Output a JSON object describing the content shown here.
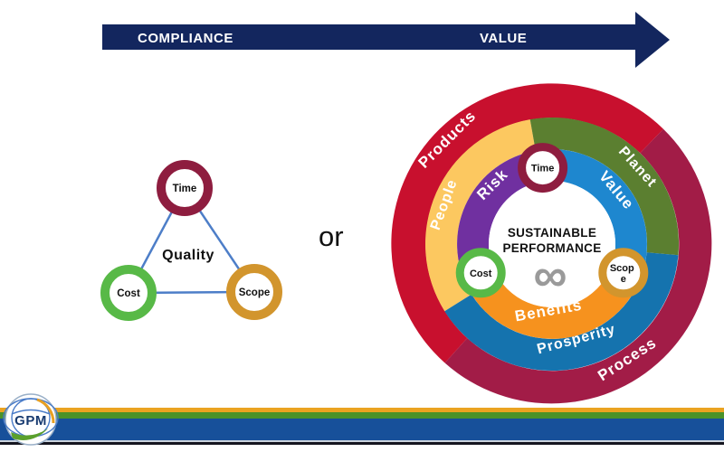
{
  "arrow": {
    "left_label": "COMPLIANCE",
    "right_label": "VALUE",
    "color": "#13265e"
  },
  "or_label": "or",
  "triangle": {
    "center_label": "Quality",
    "line_color": "#4d7ec8",
    "nodes": [
      {
        "label": "Time",
        "color": "#8e1d3f"
      },
      {
        "label": "Cost",
        "color": "#58b947"
      },
      {
        "label": "Scope",
        "color": "#d2952d"
      }
    ]
  },
  "wheel": {
    "center": {
      "line1": "SUSTAINABLE",
      "line2": "PERFORMANCE",
      "infinity_symbol": "∞",
      "infinity_color": "#9a9a9a"
    },
    "outer_ring": [
      {
        "label": "Products",
        "color": "#c8102e"
      },
      {
        "label": "Process",
        "color": "#a21c47"
      }
    ],
    "middle_ring": [
      {
        "label": "People",
        "color": "#fcc860"
      },
      {
        "label": "Planet",
        "color": "#5b7f30"
      },
      {
        "label": "Prosperity",
        "color": "#1573ae"
      }
    ],
    "inner_ring": [
      {
        "label": "Risk",
        "color": "#7030a0"
      },
      {
        "label": "Value",
        "color": "#1e87cf"
      },
      {
        "label": "Benefits",
        "color": "#f6921e"
      }
    ],
    "nodes": [
      {
        "label": "Time",
        "color": "#8e1d3f"
      },
      {
        "label": "Cost",
        "color": "#58b947"
      },
      {
        "label": "Scope",
        "color": "#d2952d",
        "wrap1": "Scop",
        "wrap2": "e"
      }
    ]
  },
  "footer": {
    "stripes": {
      "gold": "#eaa321",
      "green": "#4a9229",
      "blue": "#17509a",
      "light": "#ccd4de",
      "dark": "#15151f"
    },
    "logo_text": "GPM"
  }
}
